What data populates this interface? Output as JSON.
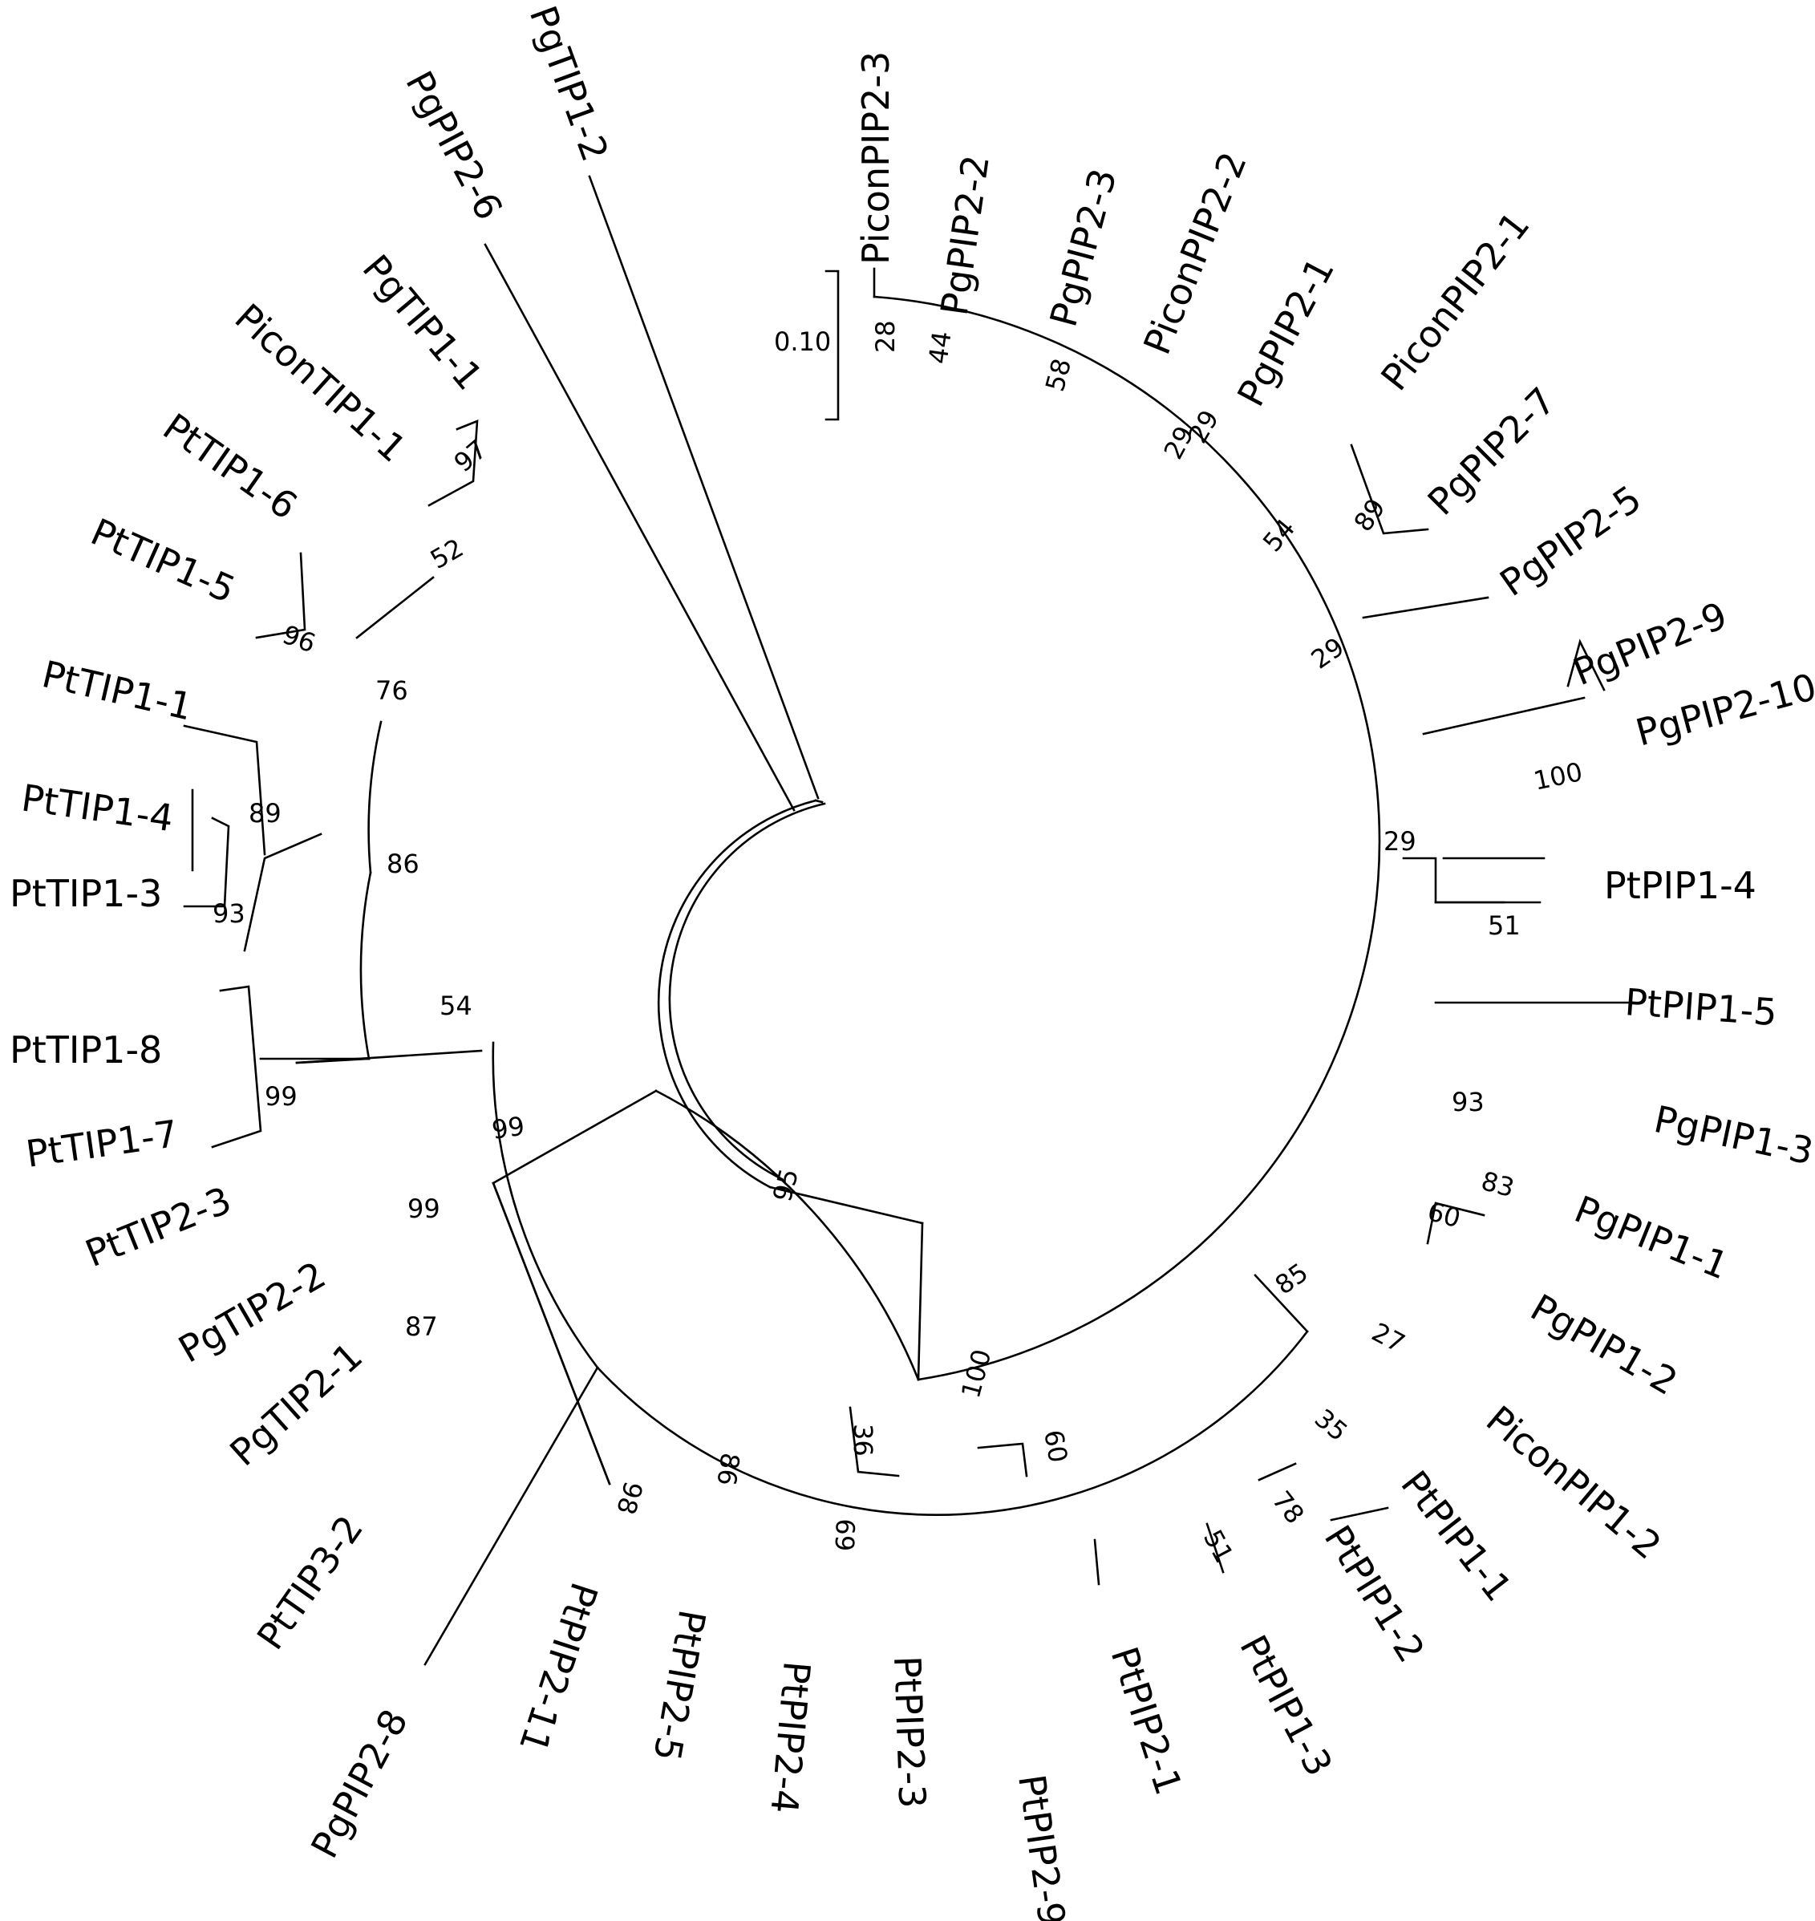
{
  "scale_bar": {
    "label": "0.10"
  },
  "tree": {
    "leaves": {
      "PgTIP1-2": "PgTIP1-2",
      "PgPIP2-6": "PgPIP2-6",
      "PiconPIP2-3": "PiconPIP2-3",
      "PgPIP2-2": "PgPIP2-2",
      "PgPIP2-3": "PgPIP2-3",
      "PiconPIP2-2": "PiconPIP2-2",
      "PgPIP2-1": "PgPIP2-1",
      "PiconPIP2-1": "PiconPIP2-1",
      "PgPIP2-7": "PgPIP2-7",
      "PgPIP2-5": "PgPIP2-5",
      "PgPIP2-9": "PgPIP2-9",
      "PgPIP2-10": "PgPIP2-10",
      "PtPIP1-4": "PtPIP1-4",
      "PtPIP1-5": "PtPIP1-5",
      "PgPIP1-3": "PgPIP1-3",
      "PgPIP1-1": "PgPIP1-1",
      "PgPIP1-2": "PgPIP1-2",
      "PiconPIP1-2": "PiconPIP1-2",
      "PtPIP1-1": "PtPIP1-1",
      "PtPIP1-2": "PtPIP1-2",
      "PtPIP1-3": "PtPIP1-3",
      "PtPIP2-1": "PtPIP2-1",
      "PtPIP2-9": "PtPIP2-9",
      "PtPIP2-3": "PtPIP2-3",
      "PtPIP2-4": "PtPIP2-4",
      "PtPIP2-5": "PtPIP2-5",
      "PtPIP2-11": "PtPIP2-11",
      "PgPIP2-8": "PgPIP2-8",
      "PtTIP3-2": "PtTIP3-2",
      "PgTIP2-1": "PgTIP2-1",
      "PgTIP2-2": "PgTIP2-2",
      "PtTIP2-3": "PtTIP2-3",
      "PtTIP1-7": "PtTIP1-7",
      "PtTIP1-8": "PtTIP1-8",
      "PtTIP1-3": "PtTIP1-3",
      "PtTIP1-4": "PtTIP1-4",
      "PtTIP1-1": "PtTIP1-1",
      "PtTIP1-5": "PtTIP1-5",
      "PtTIP1-6": "PtTIP1-6",
      "PiconTIP1-1": "PiconTIP1-1",
      "PgTIP1-1": "PgTIP1-1"
    },
    "bootstrap": {
      "s28": "28",
      "s44": "44",
      "s58": "58",
      "s29a": "29",
      "s29b": "29",
      "s89a": "89",
      "s54a": "54",
      "s29c": "29",
      "s100a": "100",
      "s29d": "29",
      "s51a": "51",
      "s93a": "93",
      "s83": "83",
      "s60a": "60",
      "s27": "27",
      "s35": "35",
      "s85": "85",
      "s78": "78",
      "s51b": "51",
      "s60b": "60",
      "s36": "36",
      "s69": "69",
      "s86a": "86",
      "s98": "98",
      "s100b": "100",
      "s95": "95",
      "s99a": "99",
      "s99b": "99",
      "s87": "87",
      "s54b": "54",
      "s86b": "86",
      "s99c": "99",
      "s89b": "89",
      "s93b": "93",
      "s76": "76",
      "s96": "96",
      "s52": "52",
      "s97": "97"
    }
  }
}
